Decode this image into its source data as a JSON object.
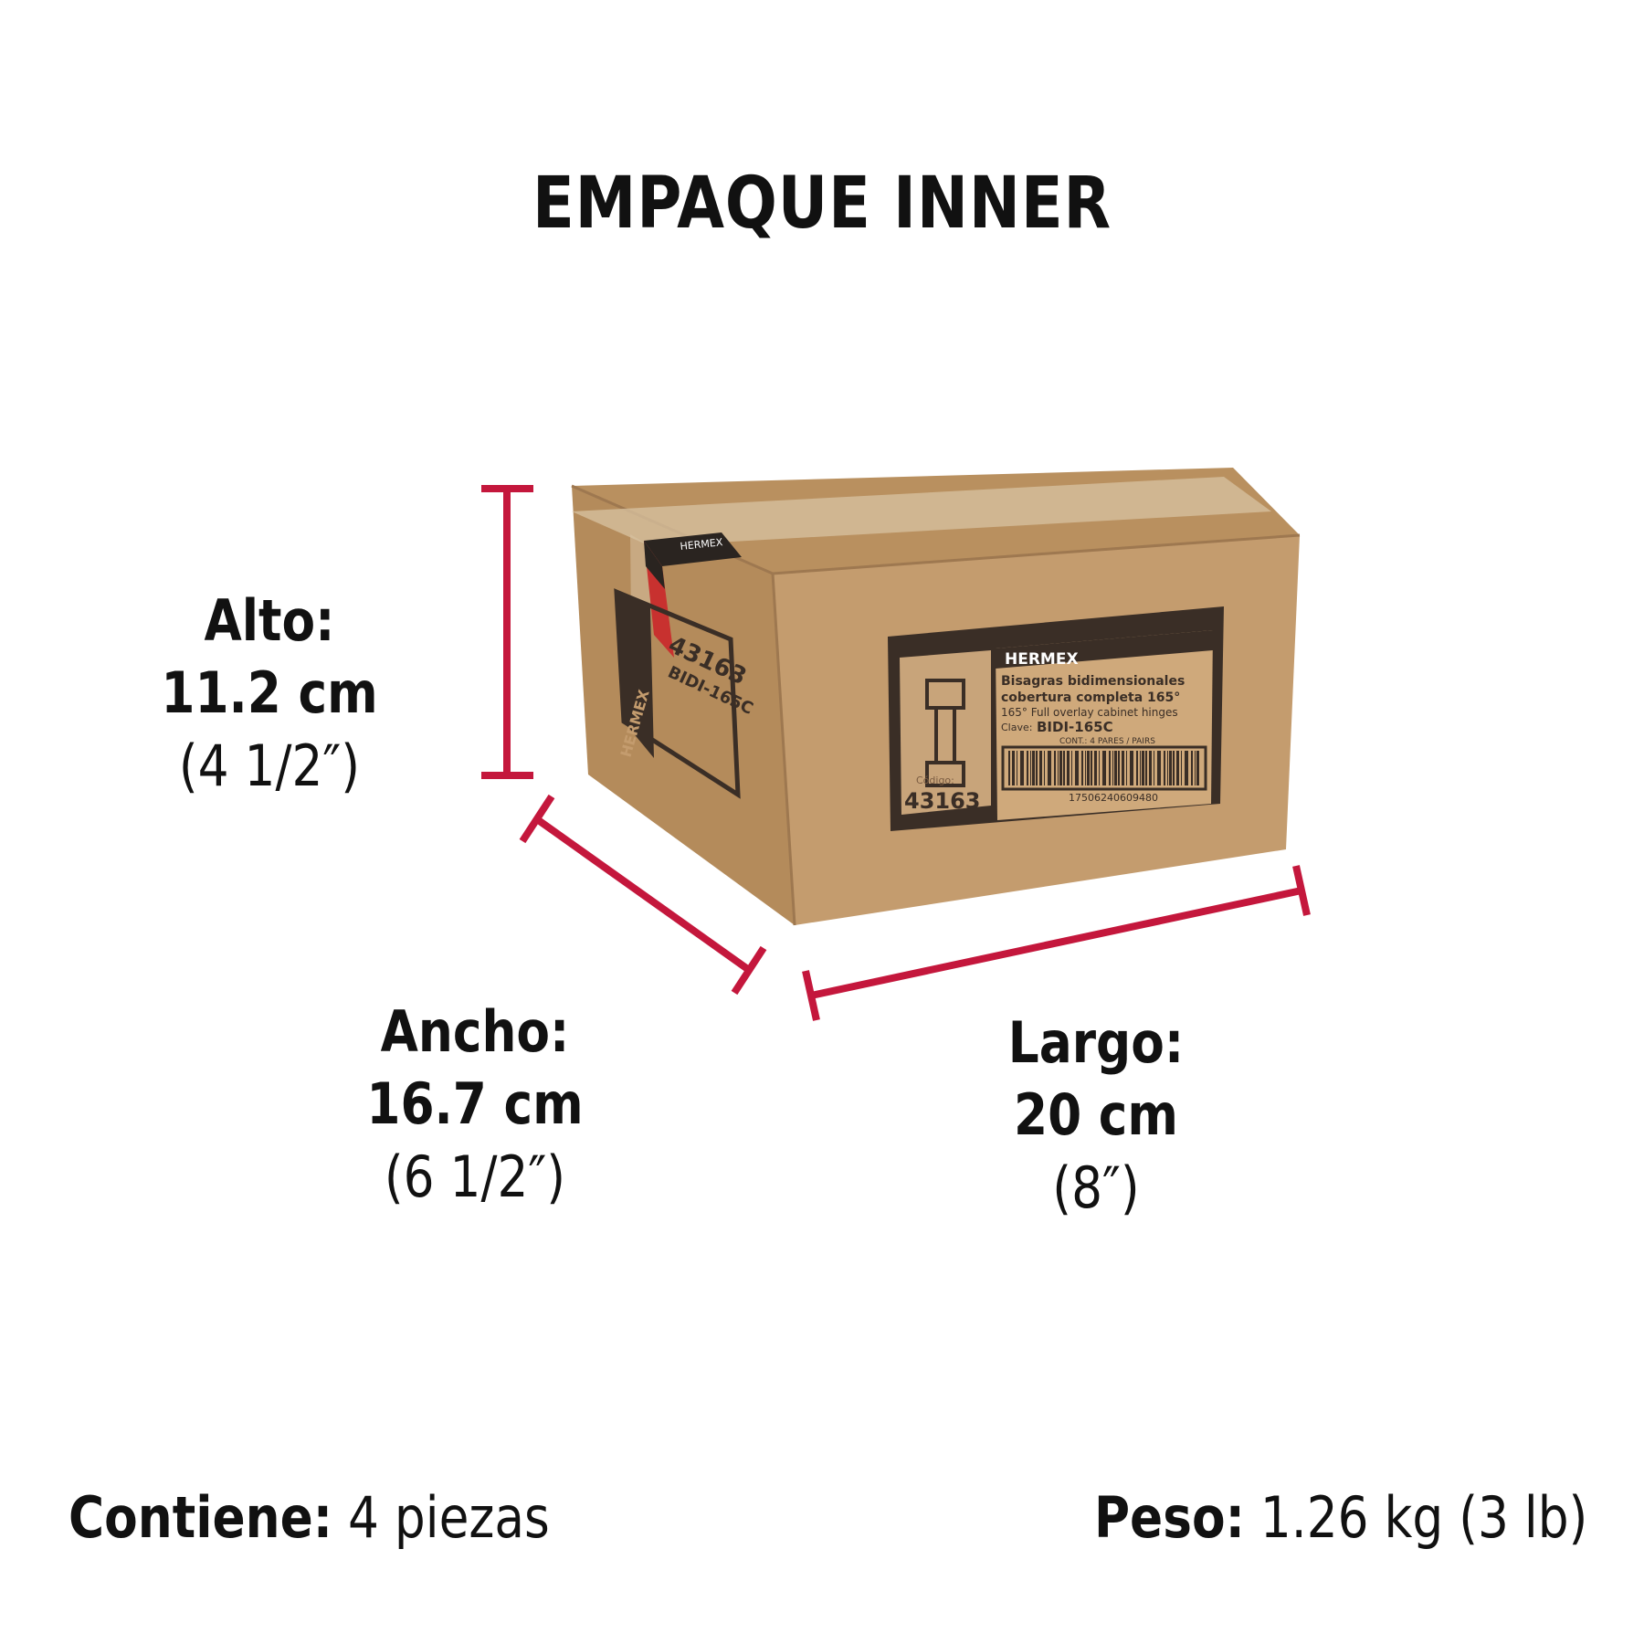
{
  "title": "EMPAQUE INNER",
  "dimensions": {
    "alto": {
      "label": "Alto:",
      "metric": "11.2 cm",
      "imperial": "(4 1/2″)"
    },
    "ancho": {
      "label": "Ancho:",
      "metric": "16.7 cm",
      "imperial": "(6 1/2″)"
    },
    "largo": {
      "label": "Largo:",
      "metric": "20 cm",
      "imperial": "(8″)"
    }
  },
  "footer": {
    "contiene_label": "Contiene:",
    "contiene_value": "4 piezas",
    "peso_label": "Peso:",
    "peso_value": "1.26 kg (3 lb)"
  },
  "box_label": {
    "brand": "HERMEX",
    "desc_es_1": "Bisagras bidimensionales",
    "desc_es_2": "cobertura completa 165°",
    "desc_en": "165° Full overlay cabinet hinges",
    "clave_label": "Clave:",
    "clave": "BIDI-165C",
    "cont": "CONT.: 4 PARES / PAIRS",
    "codigo_label": "Código:",
    "codigo": "43163",
    "barcode": "17506240609480",
    "side_codigo": "43163",
    "side_clave": "BIDI-165C",
    "seal": "HERMEX"
  },
  "colors": {
    "dimension_line": "#c4173c",
    "cardboard": "#c39a6b",
    "label_dark": "#3a2e26"
  }
}
